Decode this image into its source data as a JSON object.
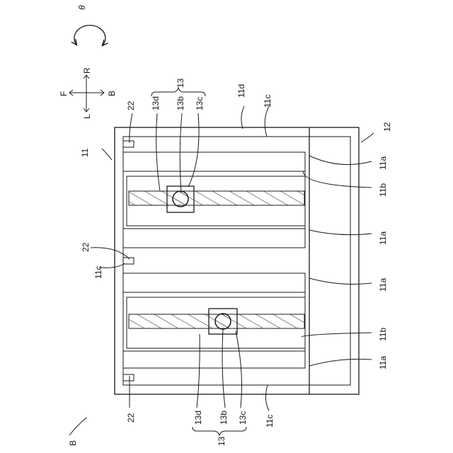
{
  "figure": {
    "rotation_symbol": "θ",
    "direction_labels": {
      "right": "R",
      "back": "B",
      "front": "F",
      "left": "L"
    },
    "labels": {
      "figure_ref": "B",
      "housing": "11",
      "housing_wall": "11d",
      "label_12": "12",
      "group_13_top": "13",
      "group_13_bottom": "13",
      "stopper_22_a": "22",
      "stopper_22_b": "22",
      "stopper_22_c": "22",
      "ref_13d_top": "13d",
      "ref_13b_top": "13b",
      "ref_13c_top": "13c",
      "ref_13d_bottom": "13d",
      "ref_13b_bottom": "13b",
      "ref_13c_bottom": "13c",
      "ref_11c_top": "11c",
      "ref_11c_left": "11c",
      "ref_11c_bottom": "11c",
      "ref_11a_1": "11a",
      "ref_11b_1": "11b",
      "ref_11a_2": "11a",
      "ref_11a_3": "11a",
      "ref_11b_2": "11b",
      "ref_11a_4": "11a"
    }
  }
}
